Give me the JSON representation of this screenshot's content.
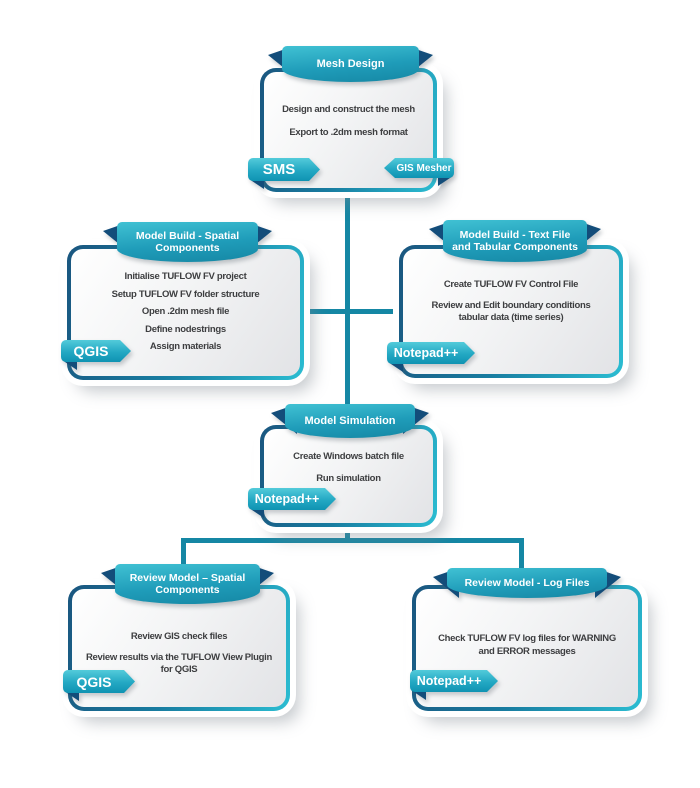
{
  "colors": {
    "teal": "#1587a4",
    "navy": "#134d7a",
    "cyan": "#2bbdd2"
  },
  "boxes": [
    {
      "id": "mesh-design",
      "title": "Mesh Design",
      "lines": [
        "Design and construct the mesh",
        "Export to .2dm mesh format"
      ],
      "tags": [
        {
          "label": "SMS"
        },
        {
          "label": "GIS Mesher"
        }
      ]
    },
    {
      "id": "model-build-spatial",
      "title": "Model Build - Spatial Components",
      "lines": [
        "Initialise TUFLOW FV project",
        "Setup TUFLOW FV folder structure",
        "Open .2dm mesh file",
        "Define nodestrings",
        "Assign materials"
      ],
      "tags": [
        {
          "label": "QGIS"
        }
      ]
    },
    {
      "id": "model-build-text",
      "title": "Model Build - Text File and Tabular Components",
      "lines": [
        "Create TUFLOW FV Control File",
        "Review and Edit boundary conditions\ntabular data (time series)"
      ],
      "tags": [
        {
          "label": "Notepad++"
        }
      ]
    },
    {
      "id": "model-simulation",
      "title": "Model Simulation",
      "lines": [
        "Create Windows batch file",
        "Run simulation"
      ],
      "tags": [
        {
          "label": "Notepad++"
        }
      ]
    },
    {
      "id": "review-spatial",
      "title": "Review Model – Spatial Components",
      "lines": [
        "Review GIS check files",
        "Review results via the TUFLOW View Plugin\nfor QGIS"
      ],
      "tags": [
        {
          "label": "QGIS"
        }
      ]
    },
    {
      "id": "review-log",
      "title": "Review Model - Log Files",
      "lines": [
        "Check TUFLOW FV log files for WARNING\nand ERROR messages"
      ],
      "tags": [
        {
          "label": "Notepad++"
        }
      ]
    }
  ]
}
